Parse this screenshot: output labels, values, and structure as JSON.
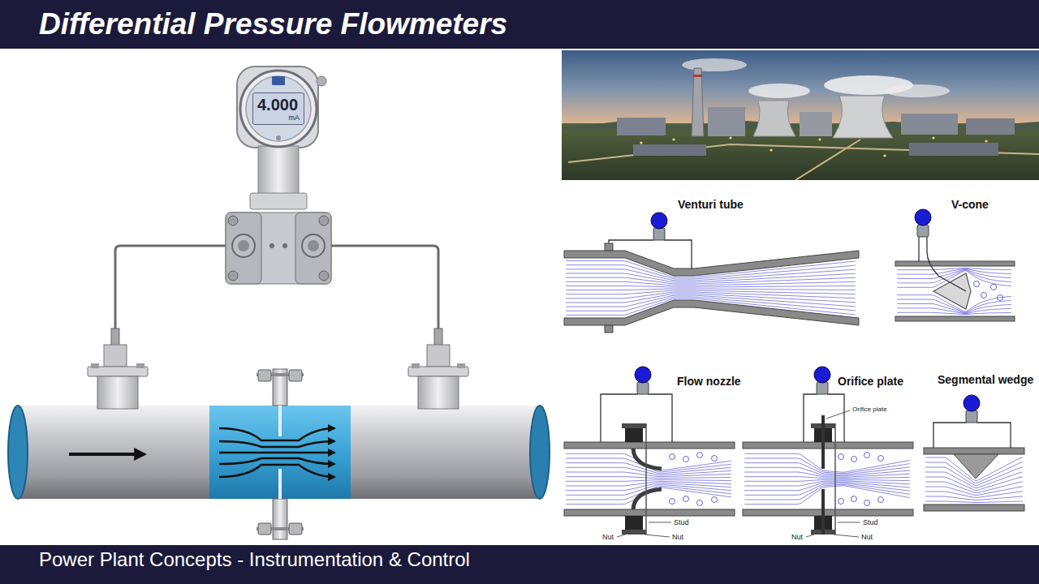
{
  "diagram": {
    "title": "Differential Pressure Flowmeters",
    "caption": "Power Plant Concepts - Instrumentation & Control",
    "nodes": [
      {
        "text": [
          "4.000",
          "mA"
        ]
      },
      {
        "text": [
          "Venturi tube"
        ]
      },
      {
        "text": [
          "V-cone"
        ]
      },
      {
        "text": [
          "Flow nozzle"
        ]
      },
      {
        "text": [
          "Orifice plate"
        ]
      },
      {
        "text": [
          "Segmental wedge"
        ]
      }
    ],
    "labels": [
      "Stud",
      "Nut",
      "Nut",
      "Orifice plate",
      "Stud",
      "Nut",
      "Nut"
    ]
  }
}
